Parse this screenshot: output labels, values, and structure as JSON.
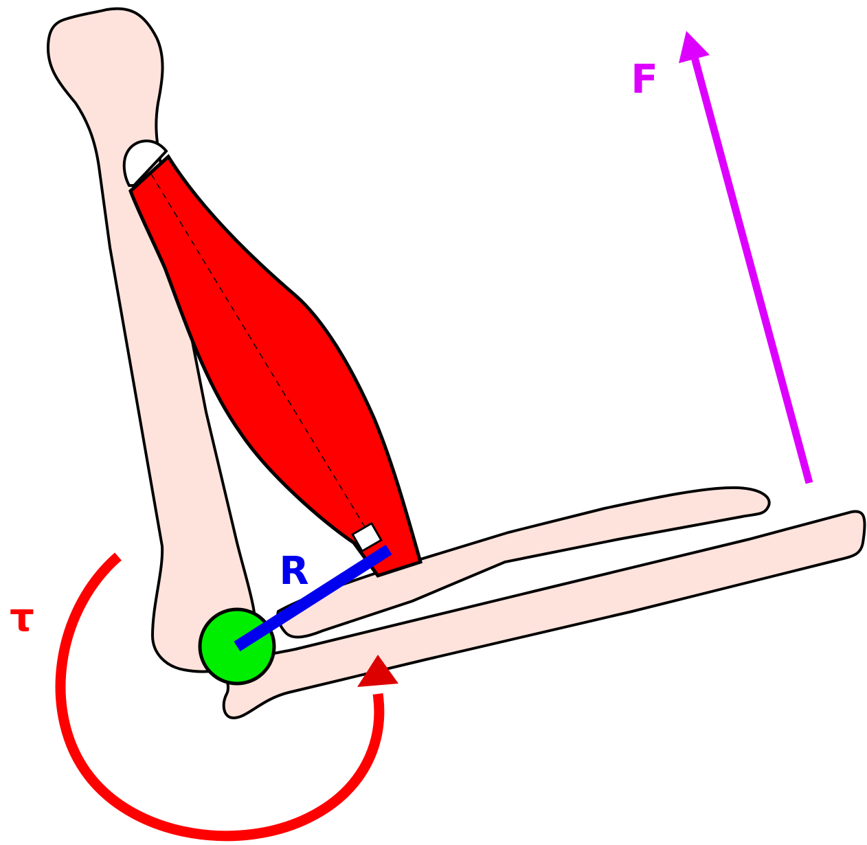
{
  "labels": {
    "force": "F",
    "radius": "R",
    "torque": "τ"
  },
  "colors": {
    "bone": "#fde3dc",
    "muscle": "#ff0000",
    "outline": "#000000",
    "joint": "#00ee00",
    "force": "#dd00ff",
    "radius": "#0000ee",
    "torque": "#ff0000",
    "torque_arrowhead": "#dd0000",
    "tendon": "#ffffff"
  }
}
